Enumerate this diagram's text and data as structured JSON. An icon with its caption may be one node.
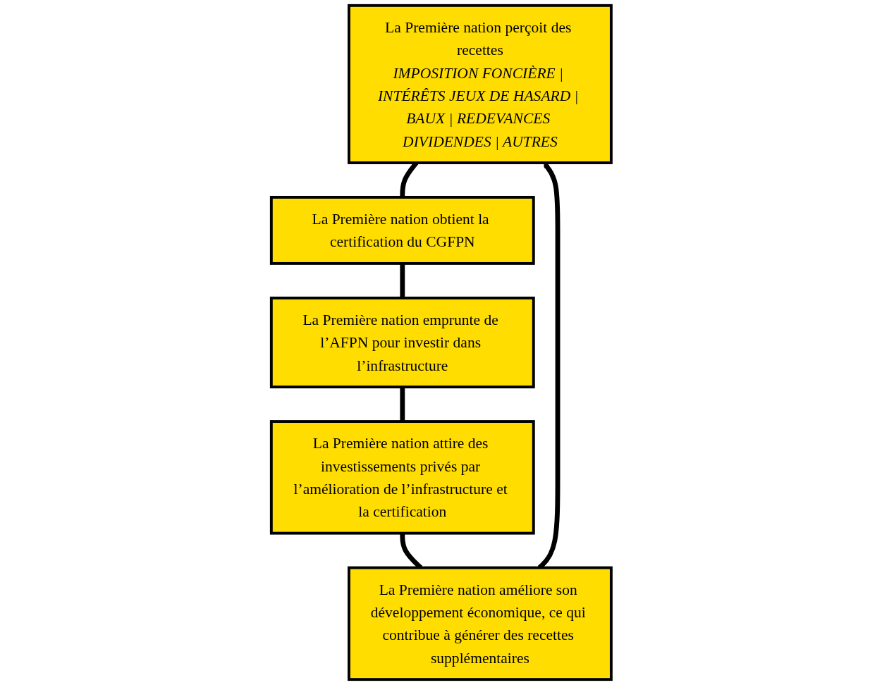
{
  "diagram": {
    "nodes": [
      {
        "text": [
          "La Première nation perçoit des recettes",
          "IMPOSITION FONCIÈRE | INTÉRÊTS JEUX DE HASARD | BAUX | REDEVANCES DIVIDENDES | AUTRES"
        ]
      },
      {
        "text": [
          "La Première nation obtient la certification du CGFPN"
        ]
      },
      {
        "text": [
          "La Première nation emprunte de l’AFPN pour investir dans l’infrastructure"
        ]
      },
      {
        "text": [
          "La Première nation attire des investissements privés par l’amélioration de l’infrastructure et la certification"
        ]
      },
      {
        "text": [
          "La Première nation améliore son développement économique, ce qui contribue à générer des recettes supplémentaires"
        ]
      }
    ],
    "edges": [
      {
        "from": 0,
        "to": 1,
        "arrow": "none"
      },
      {
        "from": 1,
        "to": 2,
        "arrow": "none"
      },
      {
        "from": 2,
        "to": 3,
        "arrow": "none"
      },
      {
        "from": 3,
        "to": 4,
        "arrow": "none"
      },
      {
        "from": 4,
        "to": 0,
        "arrow": "to"
      }
    ]
  }
}
